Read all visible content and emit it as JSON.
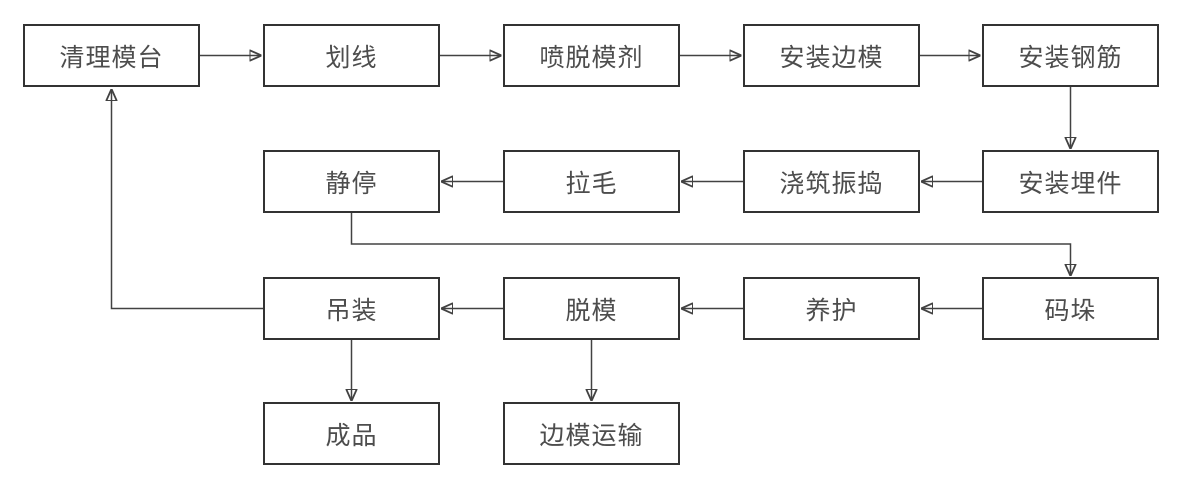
{
  "diagram": {
    "type": "flowchart",
    "colors": {
      "background": "#ffffff",
      "box_border": "#333333",
      "connector": "#424242",
      "arrowhead": "#333333",
      "text": "#4d4d4d"
    },
    "nodes": [
      {
        "id": "clean-mold-table",
        "label": "清理模台"
      },
      {
        "id": "marking",
        "label": "划线"
      },
      {
        "id": "spray-release-agent",
        "label": "喷脱模剂"
      },
      {
        "id": "install-side-forms",
        "label": "安装边模"
      },
      {
        "id": "install-rebar",
        "label": "安装钢筋"
      },
      {
        "id": "resting",
        "label": "静停"
      },
      {
        "id": "roughening",
        "label": "拉毛"
      },
      {
        "id": "pouring-vibrating",
        "label": "浇筑振捣"
      },
      {
        "id": "install-embedded-parts",
        "label": "安装埋件"
      },
      {
        "id": "hoisting",
        "label": "吊装"
      },
      {
        "id": "demolding",
        "label": "脱模"
      },
      {
        "id": "curing",
        "label": "养护"
      },
      {
        "id": "stacking",
        "label": "码垛"
      },
      {
        "id": "finished-product",
        "label": "成品"
      },
      {
        "id": "side-form-transport",
        "label": "边模运输"
      }
    ],
    "edges": [
      {
        "from": "clean-mold-table",
        "to": "marking"
      },
      {
        "from": "marking",
        "to": "spray-release-agent"
      },
      {
        "from": "spray-release-agent",
        "to": "install-side-forms"
      },
      {
        "from": "install-side-forms",
        "to": "install-rebar"
      },
      {
        "from": "install-rebar",
        "to": "install-embedded-parts"
      },
      {
        "from": "install-embedded-parts",
        "to": "pouring-vibrating"
      },
      {
        "from": "pouring-vibrating",
        "to": "roughening"
      },
      {
        "from": "roughening",
        "to": "resting"
      },
      {
        "from": "resting",
        "to": "stacking"
      },
      {
        "from": "stacking",
        "to": "curing"
      },
      {
        "from": "curing",
        "to": "demolding"
      },
      {
        "from": "demolding",
        "to": "hoisting"
      },
      {
        "from": "hoisting",
        "to": "clean-mold-table"
      },
      {
        "from": "hoisting",
        "to": "finished-product"
      },
      {
        "from": "demolding",
        "to": "side-form-transport"
      }
    ]
  }
}
